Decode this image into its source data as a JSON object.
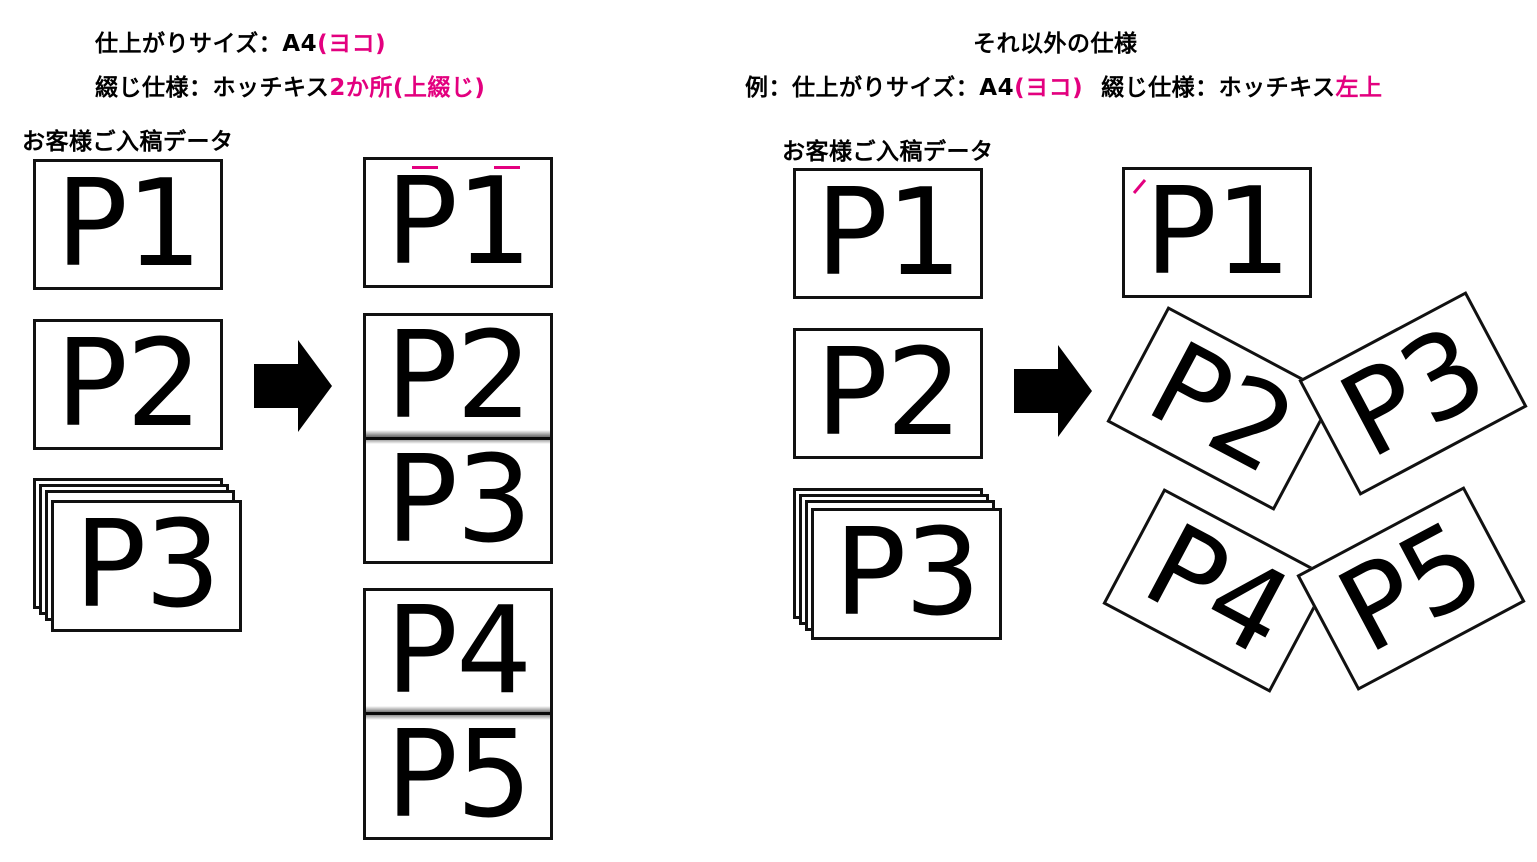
{
  "left": {
    "spec_line1": {
      "prefix": "仕上がりサイズ：A4",
      "highlight": "(ヨコ)"
    },
    "spec_line2": {
      "prefix": "綴じ仕様：ホッチキス",
      "highlight": "2か所(上綴じ)"
    },
    "source_caption": "お客様ご入稿データ",
    "source_pages": [
      "P1",
      "P2",
      "P3"
    ],
    "result_pages": [
      "P1",
      "P2",
      "P3",
      "P4",
      "P5"
    ]
  },
  "right": {
    "heading": "それ以外の仕様",
    "spec_line": {
      "prefix1": "例：仕上がりサイズ：A4",
      "highlight1": "(ヨコ)",
      "prefix2": "綴じ仕様：ホッチキス",
      "highlight2": "左上"
    },
    "source_caption": "お客様ご入稿データ",
    "source_pages": [
      "P1",
      "P2",
      "P3"
    ],
    "result_pages": [
      "P1",
      "P2",
      "P3",
      "P4",
      "P5"
    ]
  },
  "colors": {
    "accent": "#e3007f",
    "border": "#111111"
  },
  "icons": {
    "arrow": "right-arrow-icon",
    "staple": "staple-mark-icon"
  }
}
